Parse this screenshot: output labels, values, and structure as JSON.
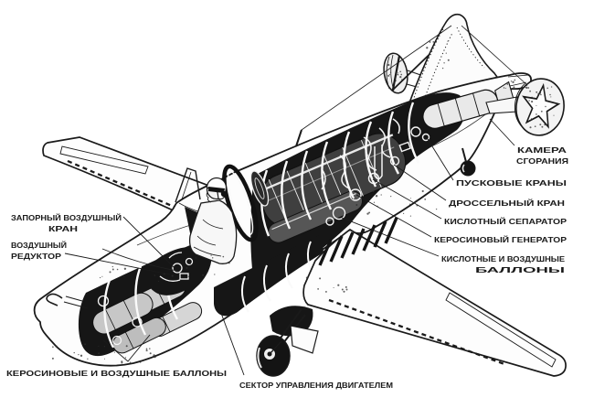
{
  "figure": {
    "type": "cutaway-technical-illustration",
    "subject": "rocket-powered aircraft cutaway drawing with Russian callouts",
    "ink_color": "#1a1a1a",
    "paper_color": "#ffffff"
  },
  "labels": {
    "shutoff_air_valve_1": "ЗАПОРНЫЙ ВОЗДУШНЫЙ",
    "shutoff_air_valve_2": "КРАН",
    "air_reducer_1": "ВОЗДУШНЫЙ",
    "air_reducer_2": "РЕДУКТОР",
    "kerosene_air_cylinders": "КЕРОСИНОВЫЕ И ВОЗДУШНЫЕ БАЛЛОНЫ",
    "engine_control_sector": "СЕКТОР УПРАВЛЕНИЯ ДВИГАТЕЛЕМ",
    "combustion_chamber_1": "КАМЕРА",
    "combustion_chamber_2": "СГОРАНИЯ",
    "starting_valves": "ПУСКОВЫЕ КРАНЫ",
    "throttle_valve": "ДРОССЕЛЬНЫЙ КРАН",
    "acid_separator": "КИСЛОТНЫЙ СЕПАРАТОР",
    "kerosene_generator": "КЕРОСИНОВЫЙ ГЕНЕРАТОР",
    "acid_air_cylinders_1": "КИСЛОТНЫЕ И ВОЗДУШНЫЕ",
    "acid_air_cylinders_2": "БАЛЛОНЫ"
  }
}
